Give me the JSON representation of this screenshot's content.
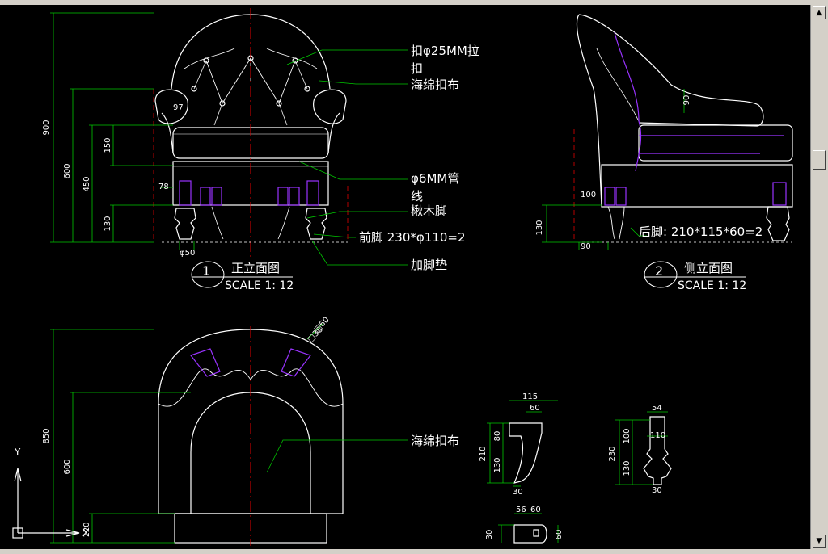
{
  "annotations": {
    "button_tuft": "扣φ25MM拉",
    "button_tuft_cont": "扣",
    "sponge_tuft_top": "海绵扣布",
    "pipe": "φ6MM管",
    "pipe_cont": "线",
    "wood_leg": "楸木脚",
    "front_leg": "前脚 230*φ110=2",
    "leg_pad": "加脚垫",
    "rear_leg": "后脚: 210*115*60=2",
    "sponge_tuft_plan": "海绵扣布"
  },
  "views": {
    "front": {
      "num": "1",
      "title": "正立面图",
      "scale": "SCALE 1: 12"
    },
    "side": {
      "num": "2",
      "title": "侧立面图",
      "scale": "SCALE 1: 12"
    }
  },
  "dims": {
    "front": {
      "d900": "900",
      "d600": "600",
      "d150": "150",
      "d450": "450",
      "d130": "130",
      "d97": "97",
      "d78": "78",
      "d50": "φ50"
    },
    "side": {
      "d90a": "90",
      "d100": "100",
      "d130": "130",
      "d90b": "90"
    },
    "plan": {
      "d850": "850",
      "d600": "600",
      "d120": "120",
      "d60": "□60",
      "d38": "□38"
    },
    "rear_leg": {
      "d115": "115",
      "d60": "60",
      "d80": "80",
      "d210": "210",
      "d130": "130",
      "d30": "30"
    },
    "front_leg": {
      "d54": "54",
      "d100": "100",
      "d110": "110",
      "d230": "230",
      "d130": "130",
      "d30": "30"
    },
    "bottom_leg": {
      "d56": "56",
      "d60a": "60",
      "d30": "30",
      "d60b": "60"
    }
  },
  "ucs": {
    "y": "Y",
    "x": "X"
  },
  "colors": {
    "line": "#ffffff",
    "dim": "#00c800",
    "center": "#e00000",
    "accent": "#9933ff",
    "bg": "#000000"
  }
}
